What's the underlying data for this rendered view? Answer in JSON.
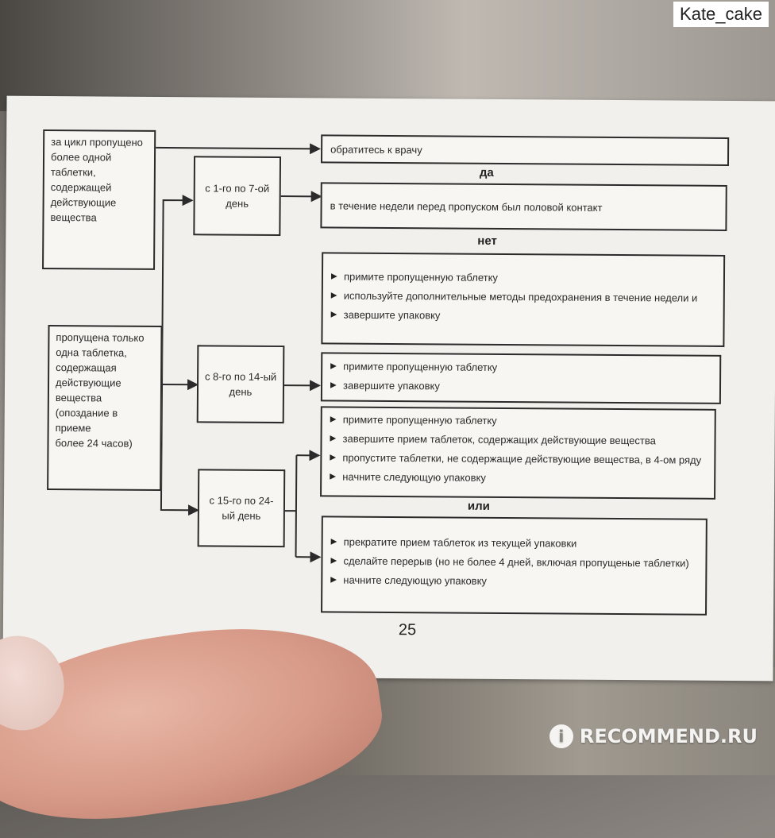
{
  "watermark": {
    "user": "Kate_cake",
    "site": "RECOMMEND.RU"
  },
  "page_number": "25",
  "left_boxes": [
    {
      "id": "more-than-one",
      "lines": "за цикл пропущено\nболее одной\nтаблетки,\nсодержащей\nдействующие\nвещества"
    },
    {
      "id": "only-one",
      "lines": "пропущена только\nодна таблетка,\nсодержащая\nдействующие\nвещества\n(опоздание в приеме\nболее 24 часов)"
    }
  ],
  "mid_boxes": [
    {
      "id": "days-1-7",
      "text": "с 1-го по 7-ой день"
    },
    {
      "id": "days-8-14",
      "text": "с 8-го по 14-ый день"
    },
    {
      "id": "days-15-24",
      "text": "с 15-го по 24-ый день"
    }
  ],
  "right_boxes": {
    "see_doctor": "обратитесь к врачу",
    "contact_question": "в течение недели перед пропуском был половой контакт",
    "no_contact": [
      "примите пропущенную таблетку",
      "используйте дополнительные методы предохранения в течение недели и",
      "завершите упаковку"
    ],
    "days_8_14": [
      "примите пропущенную таблетку",
      "завершите упаковку"
    ],
    "days_15_24_a": [
      "примите пропущенную таблетку",
      "завершите прием таблеток, содержащих действующие вещества",
      "пропустите таблетки, не содержащие действующие вещества, в 4-ом ряду",
      "начните следующую упаковку"
    ],
    "days_15_24_b": [
      "прекратите прием таблеток из текущей упаковки",
      "сделайте перерыв (но не более 4 дней, включая пропущеные таблетки)",
      "начните следующую упаковку"
    ]
  },
  "labels": {
    "yes": "да",
    "no": "нет",
    "or": "или"
  },
  "icons": {
    "bullet": "triangle-right-icon",
    "arrow": "arrow-right-icon"
  }
}
